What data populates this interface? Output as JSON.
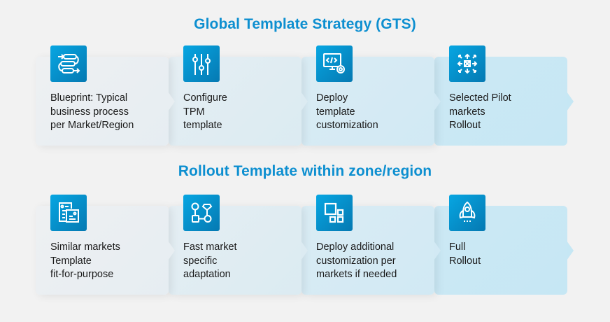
{
  "sections": [
    {
      "title": "Global Template Strategy (GTS)",
      "steps": [
        {
          "icon": "process-flow-icon",
          "lines": [
            "Blueprint: Typical",
            "business process",
            "per Market/Region"
          ]
        },
        {
          "icon": "sliders-icon",
          "lines": [
            "Configure",
            "TPM",
            "template"
          ]
        },
        {
          "icon": "monitor-code-gear-icon",
          "lines": [
            "Deploy",
            "template",
            "customization"
          ]
        },
        {
          "icon": "expand-arrows-icon",
          "lines": [
            "Selected Pilot",
            "markets",
            "Rollout"
          ]
        }
      ]
    },
    {
      "title": "Rollout Template within zone/region",
      "steps": [
        {
          "icon": "documents-form-icon",
          "lines": [
            "Similar markets",
            "Template",
            "fit-for-purpose"
          ]
        },
        {
          "icon": "workflow-shapes-icon",
          "lines": [
            "Fast market",
            "specific",
            "adaptation"
          ]
        },
        {
          "icon": "modules-grid-icon",
          "lines": [
            "Deploy additional",
            "customization per",
            "markets if needed"
          ]
        },
        {
          "icon": "rocket-icon",
          "lines": [
            "Full",
            "Rollout"
          ]
        }
      ]
    }
  ],
  "colors": {
    "title": "#0d8fd0",
    "icon_gradient_start": "#07a6e2",
    "icon_gradient_end": "#0579b2",
    "background": "#f2f2f2"
  }
}
